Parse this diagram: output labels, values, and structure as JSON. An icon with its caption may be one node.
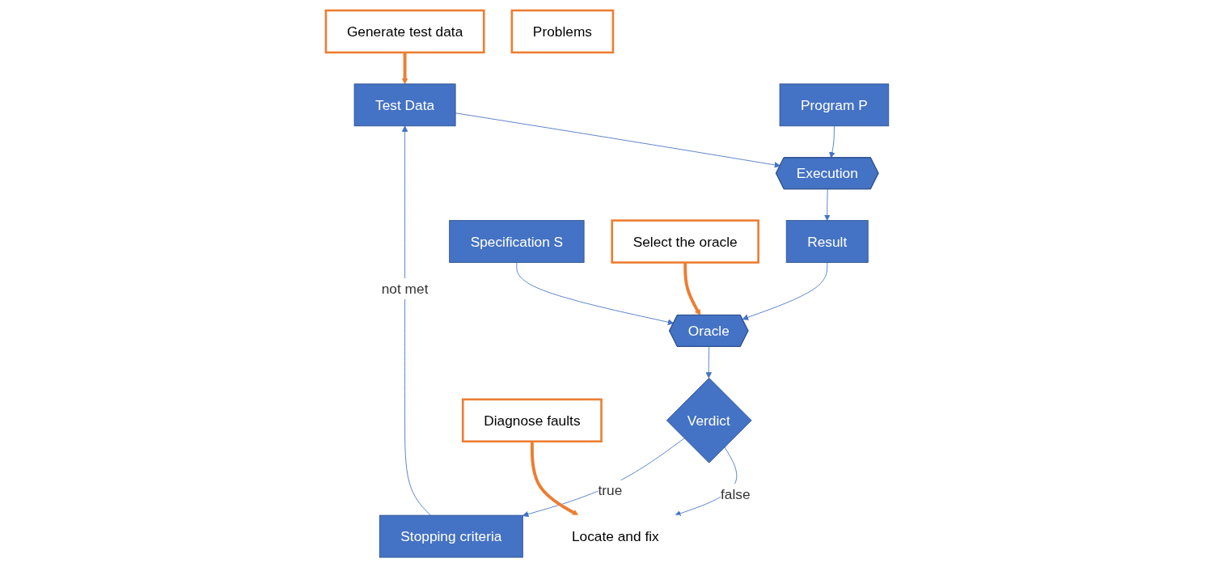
{
  "diagram": {
    "nodes": [
      {
        "text": [
          "Test Data"
        ]
      },
      {
        "text": [
          "Program P"
        ]
      },
      {
        "text": [
          "Execution"
        ]
      },
      {
        "text": [
          "Result"
        ]
      },
      {
        "text": [
          "Specification S"
        ]
      },
      {
        "text": [
          "Oracle"
        ]
      },
      {
        "text": [
          "Verdict"
        ]
      },
      {
        "text": [
          "Locate and fix"
        ]
      },
      {
        "text": [
          "Stopping criteria"
        ]
      },
      {
        "text": [
          "Generate test data"
        ]
      },
      {
        "text": [
          "Select the oracle"
        ]
      },
      {
        "text": [
          "Problems"
        ]
      },
      {
        "text": [
          "Diagnose faults"
        ]
      }
    ],
    "edges": [
      {
        "from": 0,
        "to": 2,
        "arrow": "to"
      },
      {
        "from": 1,
        "to": 2,
        "arrow": "to"
      },
      {
        "from": 2,
        "to": 3,
        "arrow": "to"
      },
      {
        "from": 3,
        "to": 5,
        "arrow": "to"
      },
      {
        "from": 4,
        "to": 5,
        "arrow": "to"
      },
      {
        "from": 5,
        "to": 6,
        "arrow": "to"
      },
      {
        "from": 6,
        "to": 7,
        "label": "false",
        "arrow": "to"
      },
      {
        "from": 6,
        "to": 8,
        "label": "true",
        "arrow": "to"
      },
      {
        "from": 8,
        "to": 0,
        "label": "not met",
        "arrow": "to"
      },
      {
        "from": 9,
        "to": 0,
        "arrow": "to",
        "style": "thick",
        "color": "#ed7d31"
      },
      {
        "from": 10,
        "to": 5,
        "arrow": "to",
        "style": "thick",
        "color": "#ed7d31"
      },
      {
        "from": 12,
        "to": 7,
        "arrow": "to",
        "style": "thick",
        "color": "#ed7d31"
      }
    ]
  }
}
